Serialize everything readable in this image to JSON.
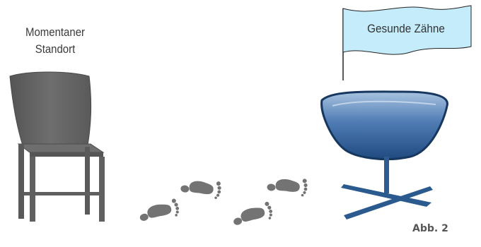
{
  "start_label": {
    "line1": "Momentaner",
    "line2": "Standort"
  },
  "goal_flag": {
    "text": "Gesunde Zähne"
  },
  "figure_caption": "Abb. 2",
  "colors": {
    "old_chair": "#5f5f5f",
    "goal_chair": "#2b5a8e",
    "flag": "#c5ecfb",
    "footprints": "#737373"
  },
  "icons": [
    "old-chair-icon",
    "designer-chair-icon",
    "footprints-icon",
    "flag-icon"
  ]
}
